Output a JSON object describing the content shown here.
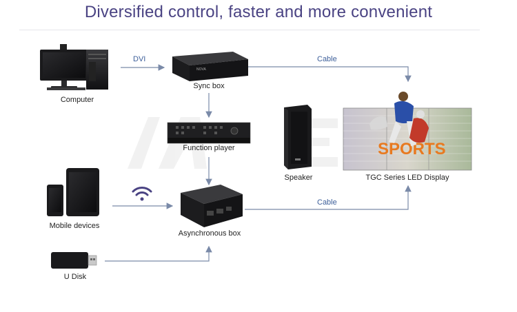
{
  "title": "Diversified control, faster and more convenient",
  "nodes": {
    "computer": "Computer",
    "sync_box": "Sync box",
    "function_player": "Function player",
    "speaker": "Speaker",
    "display": "TGC Series LED Display",
    "mobile": "Mobile devices",
    "async_box": "Asynchronous box",
    "udisk": "U Disk"
  },
  "connections": {
    "dvi": "DVI",
    "cable_top": "Cable",
    "cable_bottom": "Cable"
  },
  "device_text": {
    "sync_box_brand": "NOVA",
    "display_text": "SPORTS"
  },
  "colors": {
    "title": "#4a4383",
    "connector": "#7a8aa8",
    "connector_text": "#3d5f9a",
    "device_dark": "#1d1d1f",
    "wifi": "#4a4383"
  }
}
